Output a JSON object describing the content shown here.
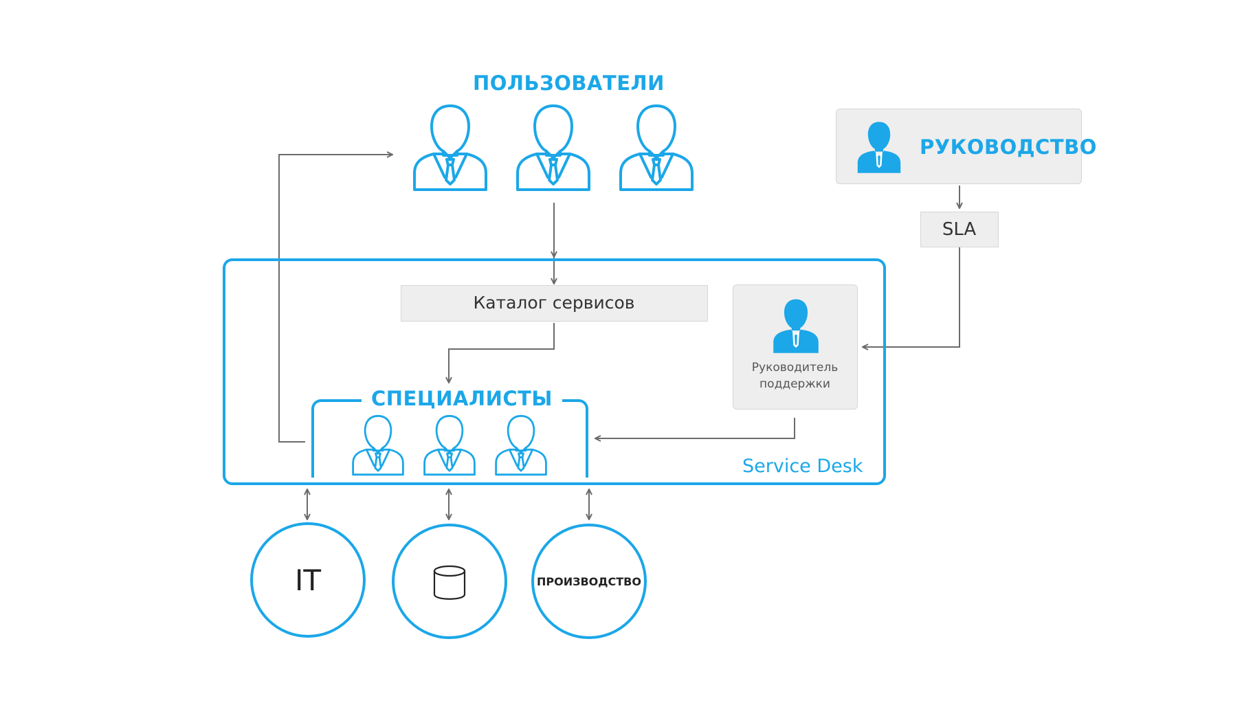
{
  "users": {
    "title": "ПОЛЬЗОВАТЕЛИ"
  },
  "management": {
    "title": "РУКОВОДСТВО"
  },
  "sla": {
    "label": "SLA"
  },
  "catalog": {
    "label": "Каталог сервисов"
  },
  "support_lead": {
    "label_line1": "Руководитель",
    "label_line2": "поддержки"
  },
  "specialists": {
    "title": "СПЕЦИАЛИСТЫ"
  },
  "service_desk": {
    "label": "Service Desk"
  },
  "resources": {
    "it": "IT",
    "database_icon": "database-icon",
    "production": "ПРОИЗВОДСТВО"
  },
  "colors": {
    "accent": "#1ba7e8",
    "connector": "#6b6b6b",
    "box_fill": "#eeeeee",
    "box_border": "#d6d6d6"
  }
}
